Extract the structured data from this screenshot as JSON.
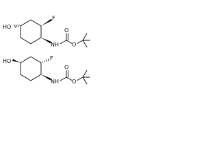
{
  "structures": [
    {
      "hydroxyl_label": "HO",
      "fluorine_label": "F",
      "nitrogen_label": "NH",
      "carbonyl_oxygen_label": "O",
      "ether_oxygen_label": "O"
    },
    {
      "hydroxyl_label": "HO",
      "fluorine_label": "F",
      "nitrogen_label": "NH",
      "carbonyl_oxygen_label": "O",
      "ether_oxygen_label": "O"
    }
  ]
}
